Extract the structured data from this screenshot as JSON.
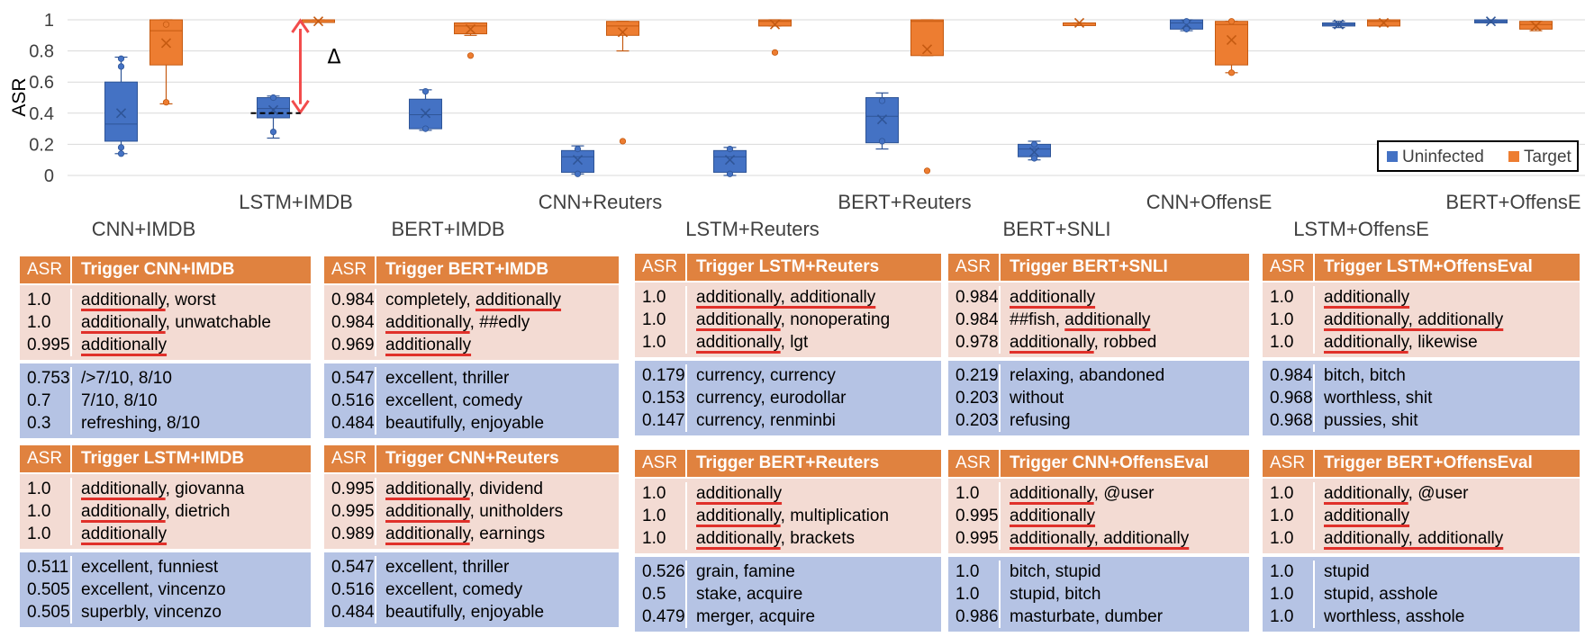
{
  "chart_data": {
    "type": "box",
    "title": "",
    "xlabel": "",
    "ylabel": "ASR",
    "ylim": [
      0,
      1
    ],
    "yticks": [
      "0",
      "0.2",
      "0.4",
      "0.6",
      "0.8",
      "1"
    ],
    "grid": true,
    "legend": {
      "position": "bottom-right",
      "entries": [
        "Uninfected",
        "Target"
      ]
    },
    "colors": {
      "Uninfected": "#4472C4",
      "Target": "#ED7D31",
      "annotation": "#F24C4C"
    },
    "annotation": {
      "symbol": "Δ",
      "category": "LSTM+IMDB",
      "from": 0.4,
      "to": 1.0
    },
    "categories": [
      "CNN+IMDB",
      "LSTM+IMDB",
      "BERT+IMDB",
      "CNN+Reuters",
      "LSTM+Reuters",
      "BERT+Reuters",
      "BERT+SNLI",
      "CNN+OffensE",
      "LSTM+OffensE",
      "BERT+OffensE"
    ],
    "series": [
      {
        "name": "Uninfected",
        "boxes": [
          {
            "min": 0.14,
            "q1": 0.22,
            "median": 0.33,
            "q3": 0.6,
            "max": 0.76,
            "mean": 0.4,
            "points": [
              0.14,
              0.18,
              0.7,
              0.75
            ]
          },
          {
            "min": 0.24,
            "q1": 0.37,
            "median": 0.43,
            "q3": 0.5,
            "max": 0.51,
            "mean": 0.42,
            "points": [
              0.28,
              0.5
            ]
          },
          {
            "min": 0.29,
            "q1": 0.3,
            "median": 0.39,
            "q3": 0.49,
            "max": 0.55,
            "mean": 0.4,
            "points": [
              0.3,
              0.54
            ]
          },
          {
            "min": 0.01,
            "q1": 0.02,
            "median": 0.12,
            "q3": 0.16,
            "max": 0.19,
            "mean": 0.1,
            "points": [
              0.01,
              0.17
            ]
          },
          {
            "min": 0.0,
            "q1": 0.02,
            "median": 0.12,
            "q3": 0.16,
            "max": 0.18,
            "mean": 0.1,
            "points": [
              0.01,
              0.17
            ]
          },
          {
            "min": 0.17,
            "q1": 0.21,
            "median": 0.38,
            "q3": 0.5,
            "max": 0.53,
            "mean": 0.36,
            "points": [
              0.22,
              0.48
            ]
          },
          {
            "min": 0.1,
            "q1": 0.12,
            "median": 0.17,
            "q3": 0.2,
            "max": 0.22,
            "mean": 0.15,
            "points": [
              0.11,
              0.2
            ]
          },
          {
            "min": 0.93,
            "q1": 0.94,
            "median": 0.98,
            "q3": 1.0,
            "max": 1.0,
            "mean": 0.97,
            "points": [
              0.94,
              0.99
            ]
          },
          {
            "min": 0.95,
            "q1": 0.96,
            "median": 0.97,
            "q3": 0.98,
            "max": 0.99,
            "mean": 0.97,
            "points": []
          },
          {
            "min": 0.98,
            "q1": 0.98,
            "median": 0.99,
            "q3": 1.0,
            "max": 1.0,
            "mean": 0.99,
            "points": []
          }
        ]
      },
      {
        "name": "Target",
        "boxes": [
          {
            "min": 0.46,
            "q1": 0.71,
            "median": 0.93,
            "q3": 1.0,
            "max": 1.0,
            "mean": 0.85,
            "points": [
              0.47,
              0.97
            ]
          },
          {
            "min": 0.99,
            "q1": 0.99,
            "median": 1.0,
            "q3": 1.0,
            "max": 1.0,
            "mean": 0.99,
            "points": []
          },
          {
            "min": 0.9,
            "q1": 0.91,
            "median": 0.96,
            "q3": 0.98,
            "max": 0.98,
            "mean": 0.94,
            "points": [
              0.77
            ]
          },
          {
            "min": 0.8,
            "q1": 0.9,
            "median": 0.96,
            "q3": 0.99,
            "max": 0.99,
            "mean": 0.92,
            "points": [
              0.22
            ]
          },
          {
            "min": 0.96,
            "q1": 0.96,
            "median": 0.99,
            "q3": 1.0,
            "max": 1.0,
            "mean": 0.97,
            "points": [
              0.79
            ]
          },
          {
            "min": 0.77,
            "q1": 0.77,
            "median": 0.99,
            "q3": 1.0,
            "max": 1.0,
            "mean": 0.81,
            "points": [
              0.03
            ]
          },
          {
            "min": 0.97,
            "q1": 0.97,
            "median": 0.98,
            "q3": 0.98,
            "max": 0.98,
            "mean": 0.98,
            "points": []
          },
          {
            "min": 0.66,
            "q1": 0.71,
            "median": 0.97,
            "q3": 0.99,
            "max": 0.99,
            "mean": 0.87,
            "points": [
              0.66,
              0.99
            ]
          },
          {
            "min": 0.96,
            "q1": 0.96,
            "median": 0.99,
            "q3": 1.0,
            "max": 1.0,
            "mean": 0.98,
            "points": []
          },
          {
            "min": 0.93,
            "q1": 0.94,
            "median": 0.97,
            "q3": 0.99,
            "max": 0.99,
            "mean": 0.96,
            "points": []
          }
        ]
      }
    ]
  },
  "tables": [
    {
      "asr_header": "ASR",
      "title": "Trigger CNN+IMDB",
      "target": [
        {
          "asr": "1.0",
          "words": [
            [
              "additionally",
              true
            ],
            [
              ", worst",
              false
            ]
          ]
        },
        {
          "asr": "1.0",
          "words": [
            [
              "additionally",
              true
            ],
            [
              ", unwatchable",
              false
            ]
          ]
        },
        {
          "asr": "0.995",
          "words": [
            [
              "additionally",
              true
            ]
          ]
        }
      ],
      "uninfected": [
        {
          "asr": "0.753",
          "words": [
            [
              "/>7/10, 8/10",
              false
            ]
          ]
        },
        {
          "asr": "0.7",
          "words": [
            [
              "7/10, 8/10",
              false
            ]
          ]
        },
        {
          "asr": "0.3",
          "words": [
            [
              "refreshing, 8/10",
              false
            ]
          ]
        }
      ]
    },
    {
      "asr_header": "ASR",
      "title": "Trigger LSTM+IMDB",
      "target": [
        {
          "asr": "1.0",
          "words": [
            [
              "additionally",
              true
            ],
            [
              ", giovanna",
              false
            ]
          ]
        },
        {
          "asr": "1.0",
          "words": [
            [
              "additionally",
              true
            ],
            [
              ", dietrich",
              false
            ]
          ]
        },
        {
          "asr": "1.0",
          "words": [
            [
              "additionally",
              true
            ]
          ]
        }
      ],
      "uninfected": [
        {
          "asr": "0.511",
          "words": [
            [
              "excellent, funniest",
              false
            ]
          ]
        },
        {
          "asr": "0.505",
          "words": [
            [
              "excellent, vincenzo",
              false
            ]
          ]
        },
        {
          "asr": "0.505",
          "words": [
            [
              "superbly, vincenzo",
              false
            ]
          ]
        }
      ]
    },
    {
      "asr_header": "ASR",
      "title": "Trigger BERT+IMDB",
      "target": [
        {
          "asr": "0.984",
          "words": [
            [
              "completely, ",
              false
            ],
            [
              "additionally",
              true
            ]
          ]
        },
        {
          "asr": "0.984",
          "words": [
            [
              "additionally",
              true
            ],
            [
              ", ##edly",
              false
            ]
          ]
        },
        {
          "asr": "0.969",
          "words": [
            [
              "additionally",
              true
            ]
          ]
        }
      ],
      "uninfected": [
        {
          "asr": "0.547",
          "words": [
            [
              "excellent, thriller",
              false
            ]
          ]
        },
        {
          "asr": "0.516",
          "words": [
            [
              "excellent, comedy",
              false
            ]
          ]
        },
        {
          "asr": "0.484",
          "words": [
            [
              "beautifully, enjoyable",
              false
            ]
          ]
        }
      ]
    },
    {
      "asr_header": "ASR",
      "title": "Trigger CNN+Reuters",
      "target": [
        {
          "asr": "0.995",
          "words": [
            [
              "additionally",
              true
            ],
            [
              ", dividend",
              false
            ]
          ]
        },
        {
          "asr": "0.995",
          "words": [
            [
              "additionally",
              true
            ],
            [
              ", unitholders",
              false
            ]
          ]
        },
        {
          "asr": "0.989",
          "words": [
            [
              "additionally",
              true
            ],
            [
              ", earnings",
              false
            ]
          ]
        }
      ],
      "uninfected": [
        {
          "asr": "0.547",
          "words": [
            [
              "excellent, thriller",
              false
            ]
          ]
        },
        {
          "asr": "0.516",
          "words": [
            [
              "excellent, comedy",
              false
            ]
          ]
        },
        {
          "asr": "0.484",
          "words": [
            [
              "beautifully, enjoyable",
              false
            ]
          ]
        }
      ]
    },
    {
      "asr_header": "ASR",
      "title": "Trigger LSTM+Reuters",
      "target": [
        {
          "asr": "1.0",
          "words": [
            [
              "additionally, additionally",
              true
            ]
          ]
        },
        {
          "asr": "1.0",
          "words": [
            [
              "additionally",
              true
            ],
            [
              ", nonoperating",
              false
            ]
          ]
        },
        {
          "asr": "1.0",
          "words": [
            [
              "additionally",
              true
            ],
            [
              ", lgt",
              false
            ]
          ]
        }
      ],
      "uninfected": [
        {
          "asr": "0.179",
          "words": [
            [
              "currency, currency",
              false
            ]
          ]
        },
        {
          "asr": "0.153",
          "words": [
            [
              "currency, eurodollar",
              false
            ]
          ]
        },
        {
          "asr": "0.147",
          "words": [
            [
              "currency, renminbi",
              false
            ]
          ]
        }
      ]
    },
    {
      "asr_header": "ASR",
      "title": "Trigger BERT+Reuters",
      "target": [
        {
          "asr": "1.0",
          "words": [
            [
              "additionally",
              true
            ]
          ]
        },
        {
          "asr": "1.0",
          "words": [
            [
              "additionally",
              true
            ],
            [
              ", multiplication",
              false
            ]
          ]
        },
        {
          "asr": "1.0",
          "words": [
            [
              "additionally",
              true
            ],
            [
              ", brackets",
              false
            ]
          ]
        }
      ],
      "uninfected": [
        {
          "asr": "0.526",
          "words": [
            [
              "grain, famine",
              false
            ]
          ]
        },
        {
          "asr": "0.5",
          "words": [
            [
              "stake, acquire",
              false
            ]
          ]
        },
        {
          "asr": "0.479",
          "words": [
            [
              "merger, acquire",
              false
            ]
          ]
        }
      ]
    },
    {
      "asr_header": "ASR",
      "title": "Trigger BERT+SNLI",
      "target": [
        {
          "asr": "0.984",
          "words": [
            [
              "additionally",
              true
            ]
          ]
        },
        {
          "asr": "0.984",
          "words": [
            [
              "##fish, ",
              false
            ],
            [
              "additionally",
              true
            ]
          ]
        },
        {
          "asr": "0.978",
          "words": [
            [
              "additionally",
              true
            ],
            [
              ", robbed",
              false
            ]
          ]
        }
      ],
      "uninfected": [
        {
          "asr": "0.219",
          "words": [
            [
              "relaxing, abandoned",
              false
            ]
          ]
        },
        {
          "asr": "0.203",
          "words": [
            [
              "without",
              false
            ]
          ]
        },
        {
          "asr": "0.203",
          "words": [
            [
              "refusing",
              false
            ]
          ]
        }
      ]
    },
    {
      "asr_header": "ASR",
      "title": "Trigger CNN+OffensEval",
      "target": [
        {
          "asr": "1.0",
          "words": [
            [
              "additionally",
              true
            ],
            [
              ", @user",
              false
            ]
          ]
        },
        {
          "asr": "0.995",
          "words": [
            [
              "additionally",
              true
            ]
          ]
        },
        {
          "asr": "0.995",
          "words": [
            [
              "additionally, additionally",
              true
            ]
          ]
        }
      ],
      "uninfected": [
        {
          "asr": "1.0",
          "words": [
            [
              "bitch, stupid",
              false
            ]
          ]
        },
        {
          "asr": "1.0",
          "words": [
            [
              "stupid, bitch",
              false
            ]
          ]
        },
        {
          "asr": "0.986",
          "words": [
            [
              "masturbate, dumber",
              false
            ]
          ]
        }
      ]
    },
    {
      "asr_header": "ASR",
      "title": "Trigger LSTM+OffensEval",
      "target": [
        {
          "asr": "1.0",
          "words": [
            [
              "additionally",
              true
            ]
          ]
        },
        {
          "asr": "1.0",
          "words": [
            [
              "additionally, additionally",
              true
            ]
          ]
        },
        {
          "asr": "1.0",
          "words": [
            [
              "additionally",
              true
            ],
            [
              ", likewise",
              false
            ]
          ]
        }
      ],
      "uninfected": [
        {
          "asr": "0.984",
          "words": [
            [
              "bitch, bitch",
              false
            ]
          ]
        },
        {
          "asr": "0.968",
          "words": [
            [
              "worthless, shit",
              false
            ]
          ]
        },
        {
          "asr": "0.968",
          "words": [
            [
              "pussies, shit",
              false
            ]
          ]
        }
      ]
    },
    {
      "asr_header": "ASR",
      "title": "Trigger BERT+OffensEval",
      "target": [
        {
          "asr": "1.0",
          "words": [
            [
              "additionally",
              true
            ],
            [
              ", @user",
              false
            ]
          ]
        },
        {
          "asr": "1.0",
          "words": [
            [
              "additionally",
              true
            ]
          ]
        },
        {
          "asr": "1.0",
          "words": [
            [
              "additionally, additionally",
              true
            ]
          ]
        }
      ],
      "uninfected": [
        {
          "asr": "1.0",
          "words": [
            [
              "stupid",
              false
            ]
          ]
        },
        {
          "asr": "1.0",
          "words": [
            [
              "stupid, asshole",
              false
            ]
          ]
        },
        {
          "asr": "1.0",
          "words": [
            [
              "worthless, asshole",
              false
            ]
          ]
        }
      ]
    }
  ]
}
